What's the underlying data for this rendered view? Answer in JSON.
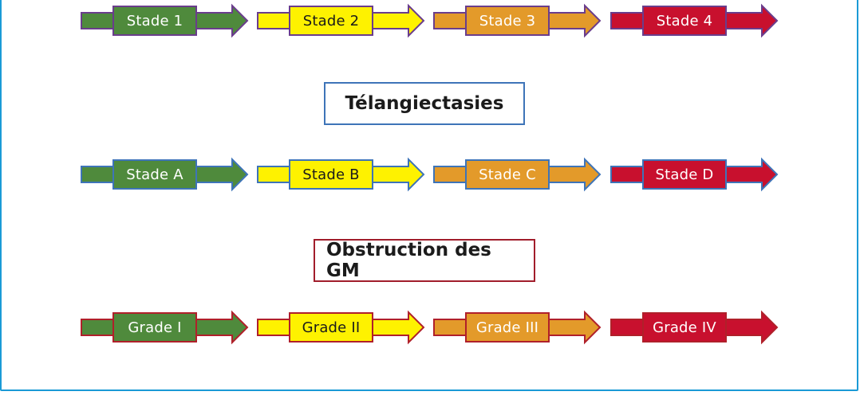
{
  "rows": [
    {
      "id": "stades-num",
      "items": [
        {
          "label": "Stade 1",
          "fill": "#4f8a3c",
          "stroke": "#6a3d8c",
          "text": "#ffffff"
        },
        {
          "label": "Stade 2",
          "fill": "#fef200",
          "stroke": "#6a3d8c",
          "text": "#1b1b1b"
        },
        {
          "label": "Stade 3",
          "fill": "#e39a2a",
          "stroke": "#6a3d8c",
          "text": "#ffffff"
        },
        {
          "label": "Stade 4",
          "fill": "#c8102e",
          "stroke": "#6a3d8c",
          "text": "#ffffff"
        }
      ]
    },
    {
      "id": "stades-alpha",
      "items": [
        {
          "label": "Stade A",
          "fill": "#4f8a3c",
          "stroke": "#3e74b8",
          "text": "#ffffff"
        },
        {
          "label": "Stade B",
          "fill": "#fef200",
          "stroke": "#3e74b8",
          "text": "#1b1b1b"
        },
        {
          "label": "Stade C",
          "fill": "#e39a2a",
          "stroke": "#3e74b8",
          "text": "#ffffff"
        },
        {
          "label": "Stade D",
          "fill": "#c8102e",
          "stroke": "#3e74b8",
          "text": "#ffffff"
        }
      ]
    },
    {
      "id": "grades",
      "items": [
        {
          "label": "Grade I",
          "fill": "#4f8a3c",
          "stroke": "#b0202a",
          "text": "#ffffff"
        },
        {
          "label": "Grade II",
          "fill": "#fef200",
          "stroke": "#b0202a",
          "text": "#1b1b1b"
        },
        {
          "label": "Grade III",
          "fill": "#e39a2a",
          "stroke": "#b0202a",
          "text": "#ffffff"
        },
        {
          "label": "Grade IV",
          "fill": "#c8102e",
          "stroke": "#b0202a",
          "text": "#ffffff"
        }
      ]
    }
  ],
  "titles": {
    "telangiectasies": {
      "label": "Télangiectasies",
      "border": "#3e74b8"
    },
    "obstruction": {
      "label": "Obstruction des GM",
      "border": "#a11d2b"
    }
  },
  "frame_color": "#1a9ad6"
}
